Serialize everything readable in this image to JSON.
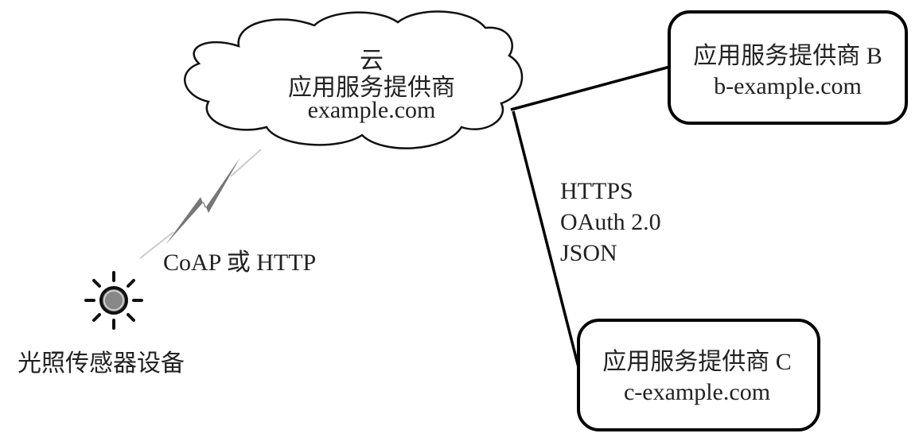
{
  "cloud": {
    "line1": "云",
    "line2": "应用服务提供商",
    "line3": "example.com"
  },
  "provider_b": {
    "name": "应用服务提供商 B",
    "domain": "b-example.com"
  },
  "provider_c": {
    "name": "应用服务提供商 C",
    "domain": "c-example.com"
  },
  "link_labels": [
    "HTTPS",
    "OAuth 2.0",
    "JSON"
  ],
  "wireless_label": "CoAP 或 HTTP",
  "device_label": "光照传感器设备"
}
